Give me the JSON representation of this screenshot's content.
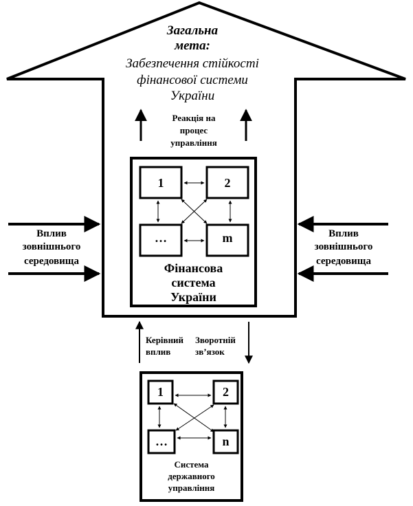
{
  "goal": {
    "title_line1": "Загальна",
    "title_line2": "мета:",
    "text_line1": "Забезпечення стійкості",
    "text_line2": "фінансової системи",
    "text_line3": "України"
  },
  "reaction": {
    "line1": "Реакція на",
    "line2": "процес",
    "line3": "управління"
  },
  "environment_left": {
    "line1": "Вплив",
    "line2": "зовнішнього",
    "line3": "середовища"
  },
  "environment_right": {
    "line1": "Вплив",
    "line2": "зовнішнього",
    "line3": "середовища"
  },
  "financial_system": {
    "nodes": [
      "1",
      "2",
      "…",
      "m"
    ],
    "label_line1": "Фінансова",
    "label_line2": "система",
    "label_line3": "України"
  },
  "control": {
    "left_line1": "Керівний",
    "left_line2": "вплив",
    "right_line1": "Зворотній",
    "right_line2": "зв’язок"
  },
  "government_system": {
    "nodes": [
      "1",
      "2",
      "…",
      "n"
    ],
    "label_line1": "Система",
    "label_line2": "державного",
    "label_line3": "управління"
  }
}
